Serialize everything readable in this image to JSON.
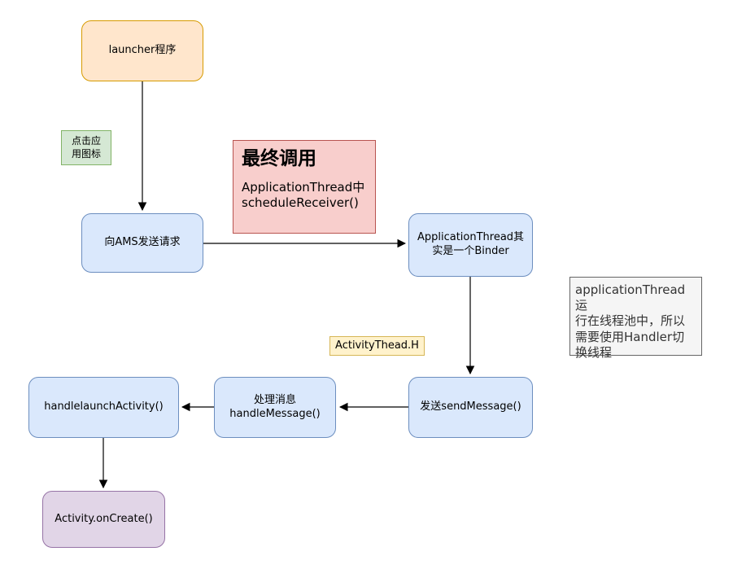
{
  "diagram": {
    "launcher": "launcher程序",
    "click_app_icon": "点击应\n用图标",
    "send_request_ams": "向AMS发送请求",
    "final_call": {
      "title": "最终调用",
      "body": "ApplicationThread中\nscheduleReceiver()"
    },
    "application_thread_binder": "ApplicationThread其\n实是一个Binder",
    "handler_note": "applicationThread运\n行在线程池中，所以\n需要使用Handler切\n换线程",
    "activity_thread_h": "ActivityThead.H",
    "send_message": "发送sendMessage()",
    "handle_message": "处理消息\nhandleMessage()",
    "handle_launch_activity": "handlelaunchActivity()",
    "activity_oncreate": "Activity.onCreate()"
  }
}
